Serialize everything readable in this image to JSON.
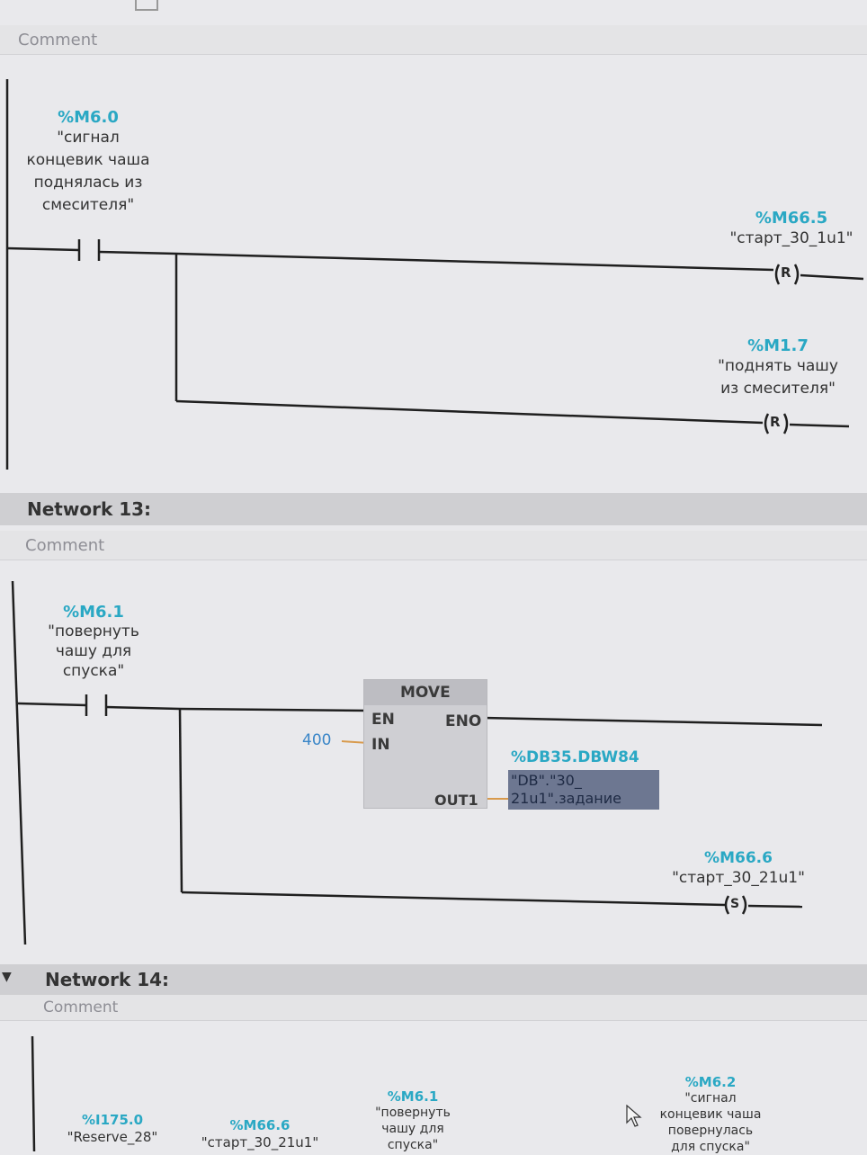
{
  "top_comment": "Comment",
  "rung12": {
    "contact": {
      "address": "%M6.0",
      "symbol": [
        "\"сигнал",
        "концевик чаша",
        "поднялась из",
        "смесителя\""
      ]
    },
    "coil1": {
      "address": "%M66.5",
      "symbol": "\"старт_30_1u1\"",
      "type": "R"
    },
    "coil2": {
      "address": "%M1.7",
      "symbol": [
        "\"поднять чашу",
        "из смесителя\""
      ],
      "type": "R"
    }
  },
  "network13": {
    "title": "Network 13:",
    "comment": "Comment",
    "contact": {
      "address": "%M6.1",
      "symbol": [
        "\"повернуть",
        "чашу для",
        "спуска\""
      ]
    },
    "move_block": {
      "name": "MOVE",
      "pin_en": "EN",
      "pin_eno": "ENO",
      "pin_in": "IN",
      "pin_out": "OUT1",
      "in_value": "400",
      "out_address": "%DB35.DBW84",
      "out_symbol": [
        "\"DB\".\"30_",
        "21u1\".задание"
      ]
    },
    "coil": {
      "address": "%M66.6",
      "symbol": "\"старт_30_21u1\"",
      "type": "S"
    }
  },
  "network14": {
    "title": "Network 14:",
    "comment": "Comment",
    "operands": [
      {
        "address": "%I175.0",
        "symbol": [
          "\"Reserve_28\""
        ]
      },
      {
        "address": "%M66.6",
        "symbol": [
          "\"старт_30_21u1\""
        ]
      },
      {
        "address": "%M6.1",
        "symbol": [
          "\"повернуть",
          "чашу для",
          "спуска\""
        ]
      },
      {
        "address": "%M6.2",
        "symbol": [
          "\"сигнал",
          "концевик чаша",
          "повернулась",
          "для спуска\""
        ]
      }
    ]
  }
}
